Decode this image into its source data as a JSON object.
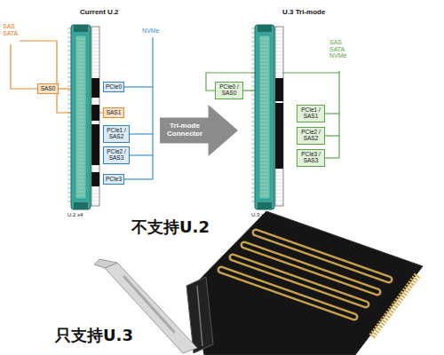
{
  "diagram": {
    "nodes": [
      {
        "text": [
          "SAS0"
        ]
      },
      {
        "text": [
          "PCIe0"
        ]
      },
      {
        "text": [
          "SAS1"
        ]
      },
      {
        "text": [
          "PCIe1 / SAS2"
        ]
      },
      {
        "text": [
          "PCIe2 / SAS3"
        ]
      },
      {
        "text": [
          "PCIe3"
        ]
      },
      {
        "text": [
          "Tri-mode Connector"
        ]
      },
      {
        "text": [
          "PCIe0 / SAS0"
        ]
      },
      {
        "text": [
          "PCIe1 / SAS1"
        ]
      },
      {
        "text": [
          "PCIe2 / SAS2"
        ]
      },
      {
        "text": [
          "PCIe3 / SAS3"
        ]
      }
    ],
    "labels": [
      "Current U.2",
      "SAS SATA",
      "NVMe",
      "U.2 x4",
      "U.3 Tri-mode",
      "SAS SATA NVMe",
      "U.3 x4",
      "不支持U.2",
      "只支持U.3"
    ]
  }
}
